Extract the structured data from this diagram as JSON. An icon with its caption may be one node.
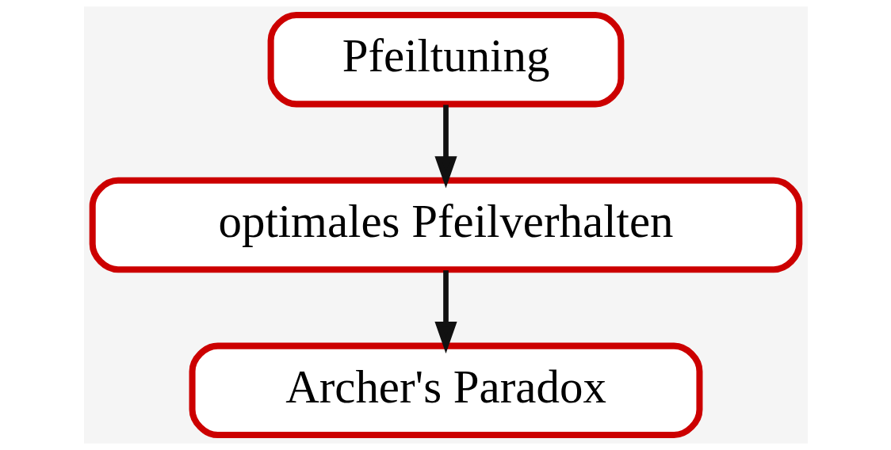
{
  "diagram": {
    "nodes": [
      {
        "text": [
          "Pfeiltuning"
        ]
      },
      {
        "text": [
          "optimales Pfeilverhalten"
        ]
      },
      {
        "text": [
          "Archer's Paradox"
        ]
      }
    ],
    "edges": [
      {
        "from": 0,
        "to": 1,
        "arrow": "to"
      },
      {
        "from": 1,
        "to": 2,
        "arrow": "to"
      }
    ]
  }
}
